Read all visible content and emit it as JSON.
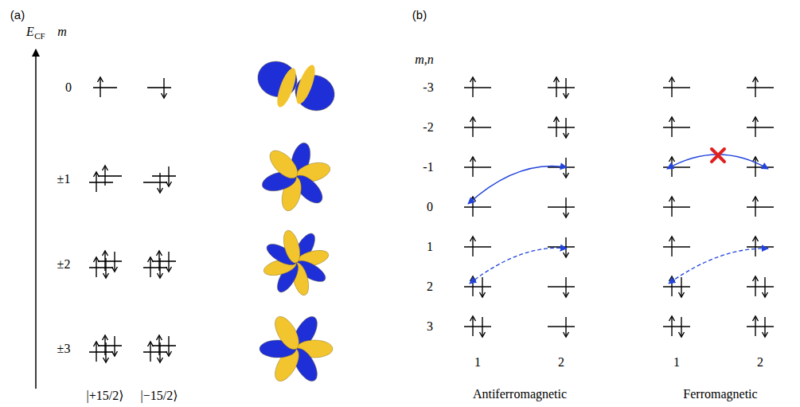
{
  "diagram": {
    "labels": [
      "(a)",
      "E",
      "CF",
      "m",
      "0",
      "±1",
      "±2",
      "±3",
      "|+15/2⟩",
      "|−15/2⟩",
      "(b)",
      "m,n",
      "-3",
      "-2",
      "-1",
      "0",
      "1",
      "2",
      "3",
      "1",
      "2",
      "1",
      "2",
      "Antiferromagnetic",
      "Ferromagnetic"
    ]
  }
}
